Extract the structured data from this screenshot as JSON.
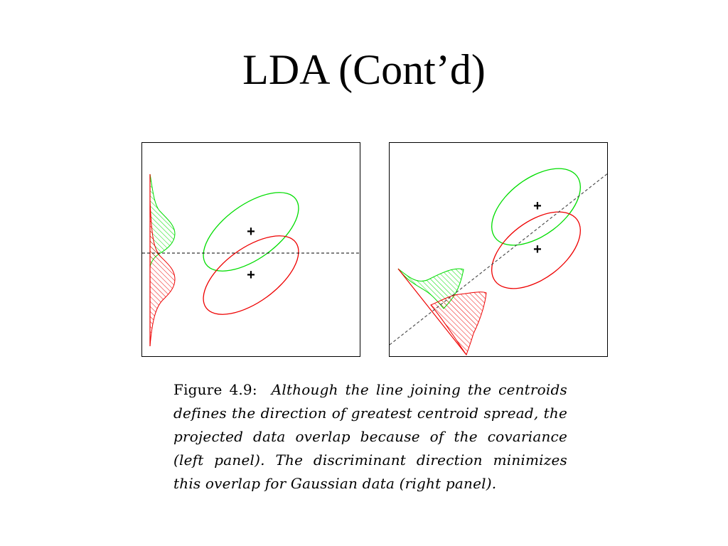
{
  "slide": {
    "title": "LDA (Cont’d)"
  },
  "figure": {
    "label": "Figure 4.9:",
    "caption": "Although the line joining the centroids defines the direction of greatest centroid spread, the projected data overlap because of the covariance (left panel). The discriminant direction minimizes this overlap for Gaussian data (right panel).",
    "centroid_marker": "+",
    "colors": {
      "class_1": "#00dd00",
      "class_2": "#ee0000",
      "projection_line": "#000000"
    },
    "panels": [
      {
        "name": "left-panel",
        "projection": "line joining the centroids"
      },
      {
        "name": "right-panel",
        "projection": "discriminant direction"
      }
    ]
  }
}
